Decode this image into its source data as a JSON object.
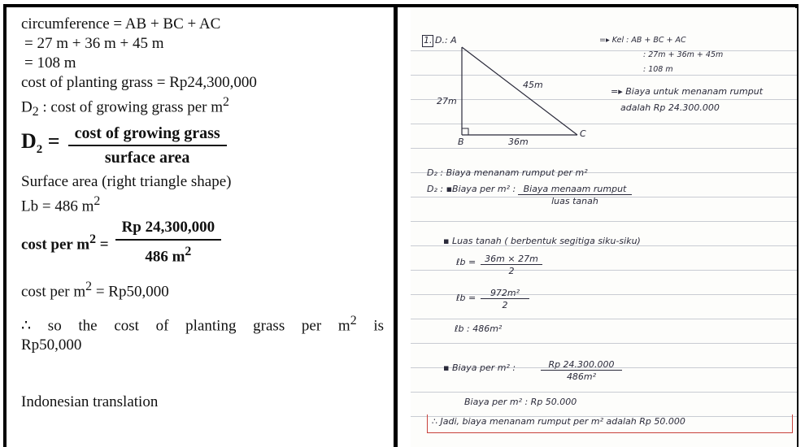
{
  "left": {
    "l1": "circumference = AB + BC + AC",
    "l2": "= 27 m + 36 m + 45 m",
    "l3": "= 108 m",
    "l4": "cost of planting grass = Rp24,300,000",
    "l5_pre": "D",
    "l5_sub": "2",
    "l5_mid": " : cost of growing grass per m",
    "l5_sup": "2",
    "eq1_lhs": "D",
    "eq1_sub": "2",
    "eq1_num": "cost of growing grass",
    "eq1_den": "surface area",
    "l6": "Surface area (right triangle shape)",
    "l7_pre": "Lb = 486 m",
    "l7_sup": "2",
    "eq2_lhs": "cost per m",
    "eq2_sup": "2",
    "eq2_num": "Rp 24,300,000",
    "eq2_den": "486 m",
    "eq2_den_sup": "2",
    "l8_pre": "cost per m",
    "l8_sup": "2",
    "l8_post": " = Rp50,000",
    "l9_pre": "∴ so the cost of planting grass per m",
    "l9_sup": "2",
    "l9_post": " is",
    "l10": "Rp50,000",
    "footer": "Indonesian translation"
  },
  "note": {
    "num": "1.",
    "d1": "D.: A",
    "kel": "=▸ Kel : AB + BC + AC",
    "kel2": ": 27m + 36m + 45m",
    "kel3": ": 108 m",
    "biaya1": "=▸ Biaya untuk menanam rumput",
    "biaya2": "adalah  Rp 24.300.000",
    "side_ab": "27m",
    "side_ac": "45m",
    "side_bc": "36m",
    "pt_b": "B",
    "pt_c": "C",
    "d2a": "D₂ : Biaya menanam rumput per m²",
    "d2b_pre": "D₂ : ▪Biaya per m² :",
    "d2b_num": "Biaya menaam rumput",
    "d2b_den": "luas tanah",
    "luas": "▪ Luas tanah ( berbentuk segitiga siku-siku)",
    "lb1_lhs": "ℓb =",
    "lb1_num": "36m × 27m",
    "lb1_den": "2",
    "lb2_lhs": "ℓb =",
    "lb2_num": "972m²",
    "lb2_den": "2",
    "lb3": "ℓb : 486m²",
    "bp1_lhs": "▪ Biaya per m² :",
    "bp1_num": "Rp 24.300.000",
    "bp1_den": "486m²",
    "bp2": "Biaya per m² : Rp 50.000",
    "jadi": "∴ Jadi, biaya menanam rumput per m² adalah Rp 50.000"
  }
}
